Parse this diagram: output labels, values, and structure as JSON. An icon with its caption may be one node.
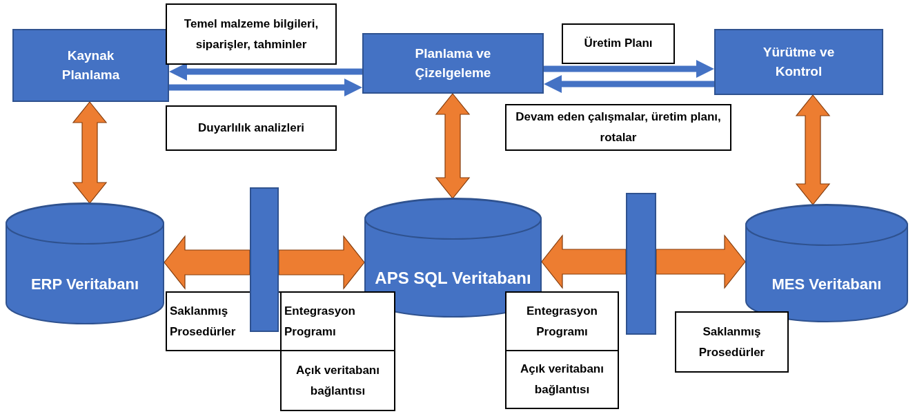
{
  "diagram": {
    "nodes": [
      {
        "text": [
          "Kaynak Planlama"
        ]
      },
      {
        "text": [
          "Planlama ve Çizelgeleme"
        ]
      },
      {
        "text": [
          "Yürütme ve Kontrol"
        ]
      },
      {
        "text": [
          "ERP Veritabanı"
        ]
      },
      {
        "text": [
          "APS SQL Veritabanı"
        ]
      },
      {
        "text": [
          "MES Veritabanı"
        ]
      },
      {
        "text": [],
        "shape": "bar"
      },
      {
        "text": [],
        "shape": "bar"
      },
      {
        "text": [
          "Temel malzeme bilgileri, siparişler, tahminler"
        ]
      },
      {
        "text": [
          "Duyarlılık analizleri"
        ]
      },
      {
        "text": [
          "Üretim Planı"
        ]
      },
      {
        "text": [
          "Devam eden çalışmalar, üretim planı, rotalar"
        ]
      },
      {
        "text": [
          "Saklanmış Prosedürler"
        ]
      },
      {
        "text": [
          "Entegrasyon Programı"
        ]
      },
      {
        "text": [
          "Açık veritabanı bağlantısı"
        ]
      },
      {
        "text": [
          "Entegrasyon Programı"
        ]
      },
      {
        "text": [
          "Açık veritabanı bağlantısı"
        ]
      },
      {
        "text": [
          "Saklanmış Prosedürler"
        ]
      }
    ],
    "edges": [
      {
        "from": 1,
        "to": 0,
        "arrow": "to",
        "color": "#4472c4"
      },
      {
        "from": 0,
        "to": 1,
        "arrow": "to",
        "color": "#4472c4"
      },
      {
        "from": 1,
        "to": 2,
        "arrow": "to",
        "color": "#4472c4"
      },
      {
        "from": 2,
        "to": 1,
        "arrow": "to",
        "color": "#4472c4"
      },
      {
        "from": 0,
        "to": 3,
        "arrow": "both",
        "style": "thick",
        "color": "#ed7d31"
      },
      {
        "from": 1,
        "to": 4,
        "arrow": "both",
        "style": "thick",
        "color": "#ed7d31"
      },
      {
        "from": 2,
        "to": 5,
        "arrow": "both",
        "style": "thick",
        "color": "#ed7d31"
      },
      {
        "from": 6,
        "to": 3,
        "arrow": "to",
        "style": "thick",
        "color": "#ed7d31"
      },
      {
        "from": 6,
        "to": 4,
        "arrow": "to",
        "style": "thick",
        "color": "#ed7d31"
      },
      {
        "from": 7,
        "to": 4,
        "arrow": "to",
        "style": "thick",
        "color": "#ed7d31"
      },
      {
        "from": 7,
        "to": 5,
        "arrow": "to",
        "style": "thick",
        "color": "#ed7d31"
      }
    ]
  }
}
